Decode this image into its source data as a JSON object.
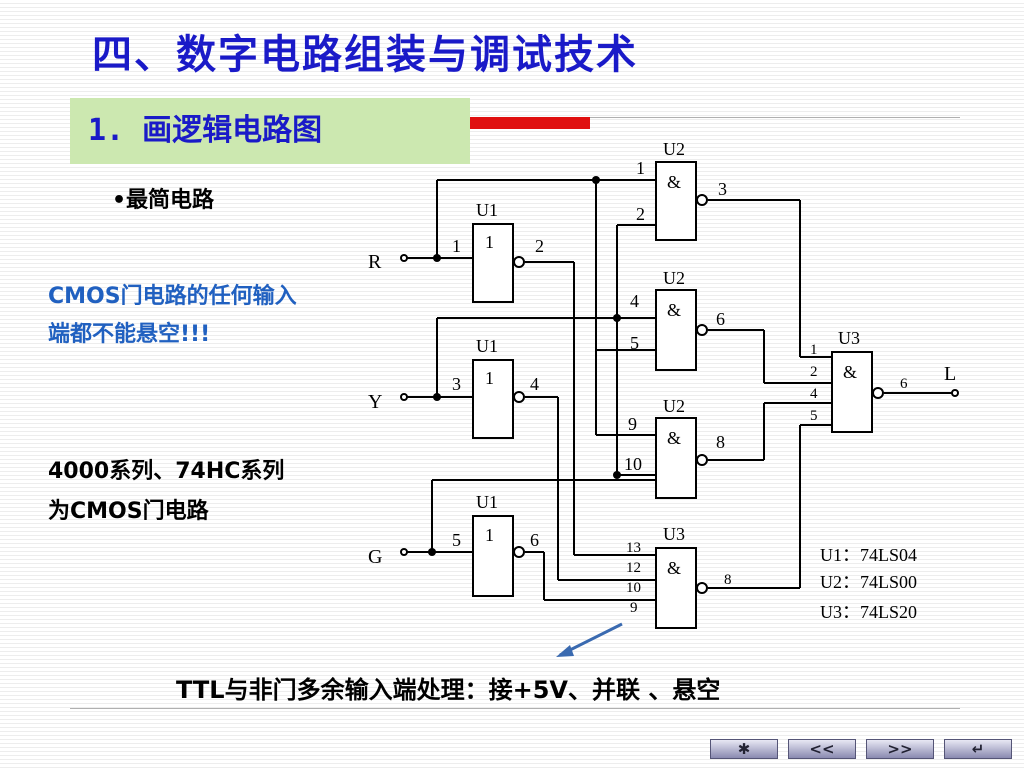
{
  "title": "四、数字电路组装与调试技术",
  "subtitle": "1. 画逻辑电路图",
  "bullet": "•最简电路",
  "cmos_note": "CMOS门电路的任何输入端都不能悬空!!!",
  "series_note": "4000系列、74HC系列为CMOS门电路",
  "ttl_note": "TTL与非门多余输入端处理：接+5V、并联 、悬空",
  "inputs": {
    "r": "R",
    "y": "Y",
    "g": "G"
  },
  "output": "L",
  "gates": {
    "u1_top": {
      "name": "U1",
      "symbol": "1",
      "pin_in": "1",
      "pin_out": "2"
    },
    "u1_mid": {
      "name": "U1",
      "symbol": "1",
      "pin_in": "3",
      "pin_out": "4"
    },
    "u1_bot": {
      "name": "U1",
      "symbol": "1",
      "pin_in": "5",
      "pin_out": "6"
    },
    "u2_a": {
      "name": "U2",
      "symbol": "&",
      "pin_in1": "1",
      "pin_in2": "2",
      "pin_out": "3"
    },
    "u2_b": {
      "name": "U2",
      "symbol": "&",
      "pin_in1": "4",
      "pin_in2": "5",
      "pin_out": "6"
    },
    "u2_c": {
      "name": "U2",
      "symbol": "&",
      "pin_in1": "9",
      "pin_in2": "10",
      "pin_out": "8"
    },
    "u3_a": {
      "name": "U3",
      "symbol": "&",
      "pin_in1": "1",
      "pin_in2": "2",
      "pin_in3": "4",
      "pin_in4": "5",
      "pin_out": "6"
    },
    "u3_b": {
      "name": "U3",
      "symbol": "&",
      "pin_in1": "13",
      "pin_in2": "12",
      "pin_in3": "10",
      "pin_in4": "9",
      "pin_out": "8"
    }
  },
  "legend": [
    "U1：74LS04",
    "U2：74LS00",
    "U3：74LS20"
  ],
  "nav": {
    "home": "✱",
    "prev": "<<",
    "next": ">>",
    "back": "↵"
  },
  "colors": {
    "title": "#1a1ac8",
    "cmos_note": "#2060c0",
    "subtitle_bg": "#cce8b0",
    "accent_bar": "#e01010"
  }
}
